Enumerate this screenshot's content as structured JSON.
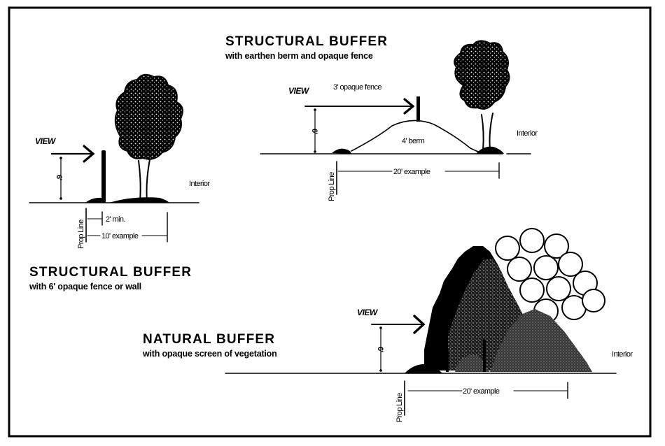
{
  "diagram": {
    "title": "Buffer types",
    "ink_color": "#000000",
    "paper_color": "#ffffff",
    "panels": [
      {
        "id": "structural-fence",
        "title": "STRUCTURAL BUFFER",
        "subtitle": "with 6' opaque fence or wall",
        "view_label": "VIEW",
        "height_label": "6'",
        "interior_label": "Interior",
        "prop_line_label": "Prop Line",
        "min_label": "2' min.",
        "width_label": "10' example"
      },
      {
        "id": "structural-berm",
        "title": "STRUCTURAL BUFFER",
        "subtitle": "with earthen berm and opaque fence",
        "view_label": "VIEW",
        "fence_label": "3' opaque fence",
        "berm_label": "4' berm",
        "height_label": "6'",
        "interior_label": "Interior",
        "prop_line_label": "Prop Line",
        "width_label": "20' example"
      },
      {
        "id": "natural",
        "title": "NATURAL BUFFER",
        "subtitle": "with opaque screen of vegetation",
        "view_label": "VIEW",
        "height_label": "6'",
        "interior_label": "Interior",
        "prop_line_label": "Prop Line",
        "width_label": "20' example"
      }
    ]
  }
}
